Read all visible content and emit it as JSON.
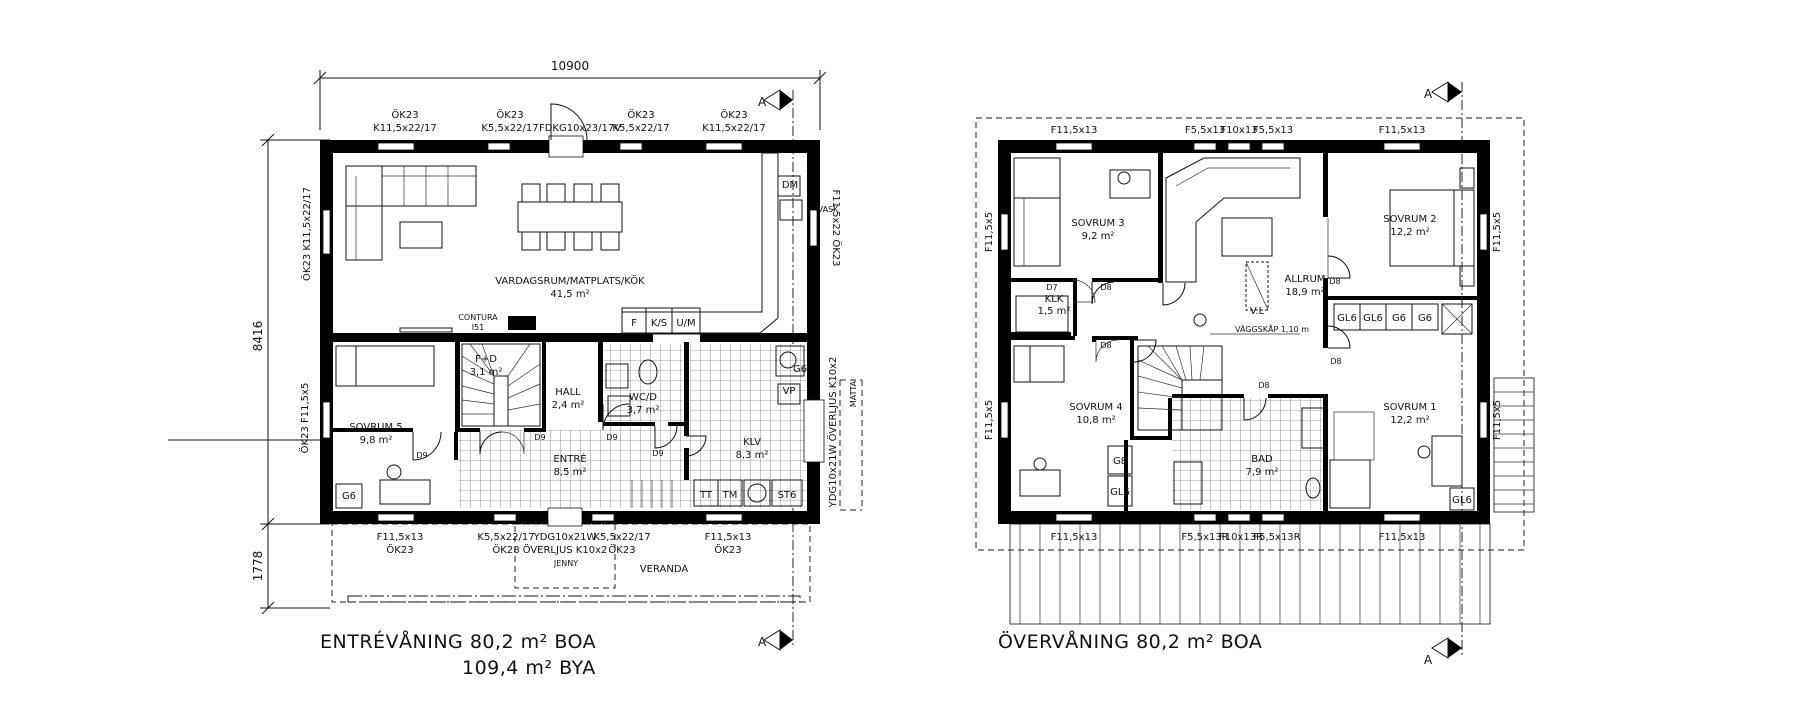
{
  "ground_floor": {
    "overall_width": "10900",
    "dim_height": "8416",
    "dim_veranda": "1778",
    "title_line1": "ENTRÉVÅNING   80,2 m²   BOA",
    "title_line2": "109,4 m²   BYA",
    "rooms": {
      "vardagsrum": "VARDAGSRUM/MATPLATS/KÖK",
      "vardagsrum_area": "41,5 m²",
      "sovrum5": "SOVRUM 5",
      "sovrum5_area": "9,8 m²",
      "fkd": "F+D",
      "fkd_area": "3,1 m²",
      "hall": "HALL",
      "hall_area": "2,4 m²",
      "wc": "WC/D",
      "wc_area": "3,7 m²",
      "entre": "ENTRÉ",
      "entre_area": "8,5 m²",
      "klv": "KLV",
      "klv_area": "8,3 m²",
      "veranda": "VERANDA"
    },
    "windows": {
      "top1_code": "ÖK23",
      "top1": "K11,5x22/17",
      "top2_code": "ÖK23",
      "top2": "K5,5x22/17",
      "top_door": "FDKG10x23/17V",
      "top3_code": "ÖK23",
      "top3": "K5,5x22/17",
      "top4_code": "ÖK23",
      "top4": "K11,5x22/17",
      "left_upper": "ÖK23 K11,5x22/17",
      "left_lower": "ÖK23 F11,5x5",
      "right_upper": "F11,5x22 ÖK23",
      "bot1": "F11,5x13",
      "bot1_code": "ÖK23",
      "bot2": "K5,5x22/17",
      "bot2_code": "ÖK28",
      "bot_door": "YDG10x21W",
      "bot_door2": "ÖVERLJUS K10x2",
      "bot3": "K5,5x22/17",
      "bot3_code": "ÖK23",
      "bot4": "F11,5x13",
      "bot4_code": "ÖK23",
      "side_door": "YDG10x21W ÖVERLJUS K10x2",
      "side_marker": "MATTA",
      "jenny": "JENNY"
    },
    "fixtures": {
      "f": "F",
      "ks": "K/S",
      "um": "U/M",
      "dm": "DM",
      "vp": "VP",
      "g6a": "G6",
      "g6b": "G6",
      "tt": "TT",
      "tm": "TM",
      "st6": "ST6",
      "contura": "CONTURA",
      "i51": "I51",
      "vask": "VASK",
      "d9a": "D9",
      "d9b": "D9",
      "d9c": "D9",
      "d9d": "D9"
    }
  },
  "upper_floor": {
    "title": "ÖVERVÅNING  80,2 m²  BOA",
    "rooms": {
      "sovrum3": "SOVRUM 3",
      "sovrum3_area": "9,2 m²",
      "sovrum2": "SOVRUM 2",
      "sovrum2_area": "12,2 m²",
      "allrum": "ALLRUM",
      "allrum_area": "18,9 m²",
      "klk": "KLK",
      "klk_area": "1,5 m²",
      "sovrum4": "SOVRUM 4",
      "sovrum4_area": "10,8 m²",
      "sovrum1": "SOVRUM 1",
      "sovrum1_area": "12,2 m²",
      "bad": "BAD",
      "bad_area": "7,9 m²"
    },
    "windows": {
      "top1": "F11,5x13",
      "top2": "F5,5x13",
      "top3": "F10x13",
      "top4": "F5,5x13",
      "top5": "F11,5x13",
      "left1": "F11,5x5",
      "left2": "F11,5x5",
      "right1": "F11,5x5",
      "right2": "F11,5x5",
      "bot1": "F11,5x13",
      "bot2": "F5,5x13R",
      "bot3": "F10x13R",
      "bot4": "F5,5x13R",
      "bot5": "F11,5x13"
    },
    "fixtures": {
      "gl6a": "GL6",
      "gl6b": "GL6",
      "g6a": "G6",
      "g6b": "G6",
      "g8": "G8",
      "gl6c": "GL6",
      "gl6d": "GL6",
      "vl": "V.L",
      "vaggskap": "VÄGGSKÅP 1,10 m",
      "d7": "D7",
      "d8a": "D8",
      "d8b": "D8",
      "d8c": "D8",
      "d8d": "D8",
      "d8e": "D8"
    }
  },
  "section_marker": "A"
}
